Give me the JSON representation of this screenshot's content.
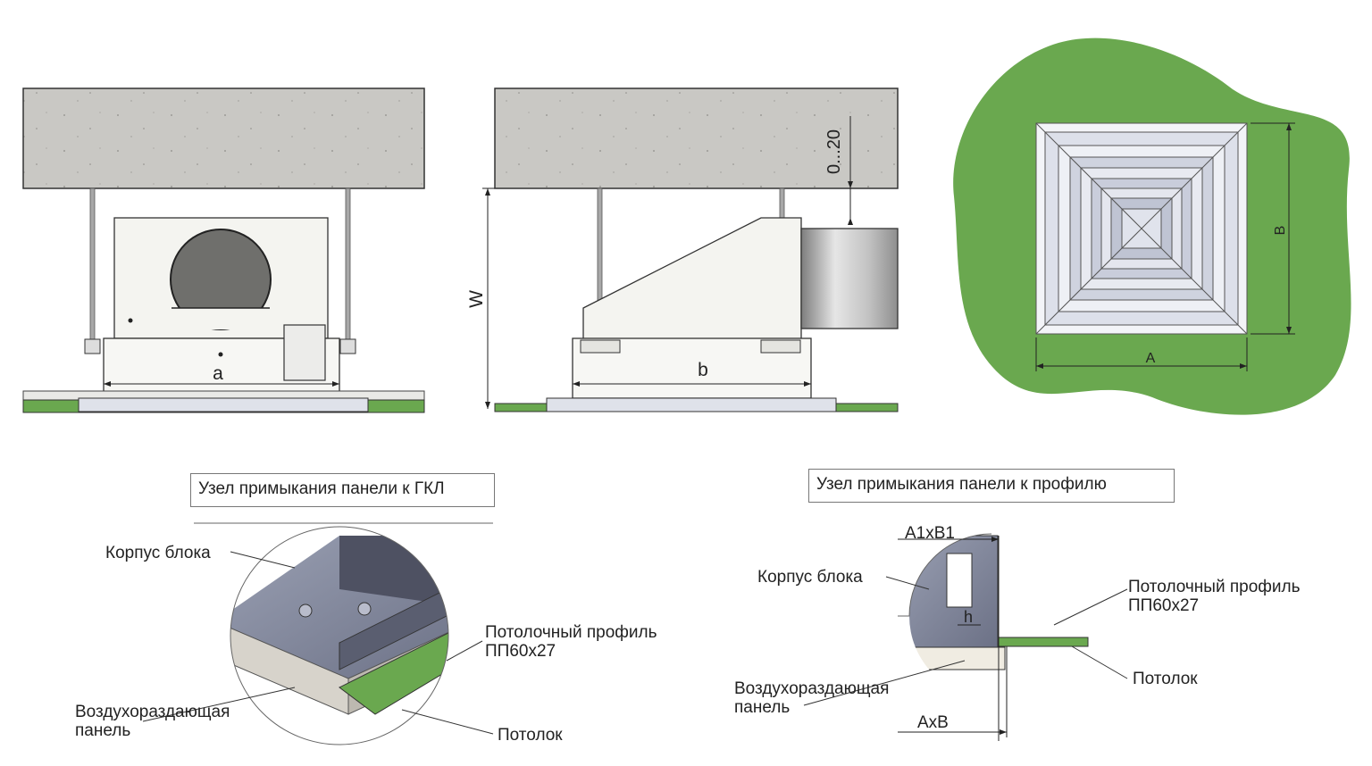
{
  "front_view": {
    "dim_width": "a"
  },
  "side_view": {
    "dim_width": "b",
    "dim_height": "W",
    "dim_gap": "0...20"
  },
  "top_view": {
    "dim_width": "A",
    "dim_height": "B"
  },
  "detail_left": {
    "title": "Узел примыкания панели к ГКЛ",
    "label_body": "Корпус блока",
    "label_profile_1": "Потолочный профиль",
    "label_profile_2": "ПП60х27",
    "label_panel_1": "Воздухораздающая",
    "label_panel_2": "панель",
    "label_ceiling": "Потолок"
  },
  "detail_right": {
    "title": "Узел примыкания панели к профилю",
    "label_body": "Корпус блока",
    "label_profile_1": "Потолочный профиль",
    "label_profile_2": "ПП60х27",
    "label_panel_1": "Воздухораздающая",
    "label_panel_2": "панель",
    "label_ceiling": "Потолок",
    "dim_a1b1": "A1xB1",
    "dim_h": "h",
    "dim_axb": "AxB"
  },
  "colors": {
    "concrete": "#c9c8c4",
    "ceiling": "#6aa84f",
    "metal": "#f2f2ee",
    "duct": "#b8b8b8"
  }
}
